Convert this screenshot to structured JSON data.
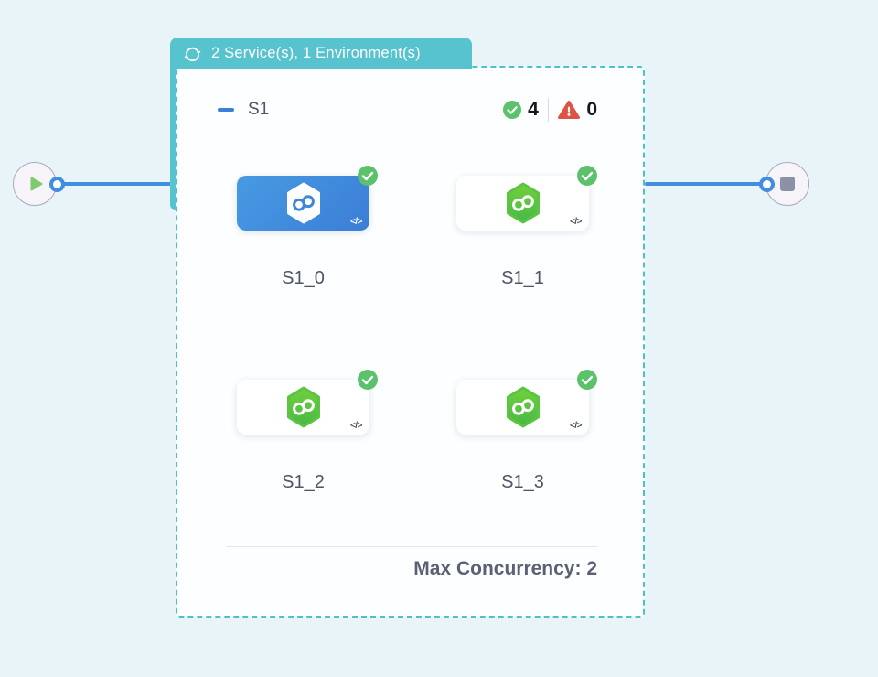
{
  "header_tab": {
    "label": "2 Service(s), 1 Environment(s)",
    "icon": "refresh-cycle-icon"
  },
  "group": {
    "title": "S1",
    "success_count": "4",
    "error_count": "0",
    "footer_label": "Max Concurrency: 2"
  },
  "services": [
    {
      "name": "S1_0",
      "selected": true,
      "status": "success"
    },
    {
      "name": "S1_1",
      "selected": false,
      "status": "success"
    },
    {
      "name": "S1_2",
      "selected": false,
      "status": "success"
    },
    {
      "name": "S1_3",
      "selected": false,
      "status": "success"
    }
  ],
  "icons": {
    "code": "</>",
    "start": "play-icon",
    "end": "stop-icon",
    "success": "check-circle-icon",
    "error": "warning-triangle-icon"
  },
  "colors": {
    "background": "#e8f4f8",
    "teal_accent": "#57c3cf",
    "edge_blue": "#3f8ee0",
    "selected_card_blue": "#4190dc",
    "success_green": "#5bc16a",
    "error_red": "#df5244",
    "hexagon_green": "#55c340"
  }
}
